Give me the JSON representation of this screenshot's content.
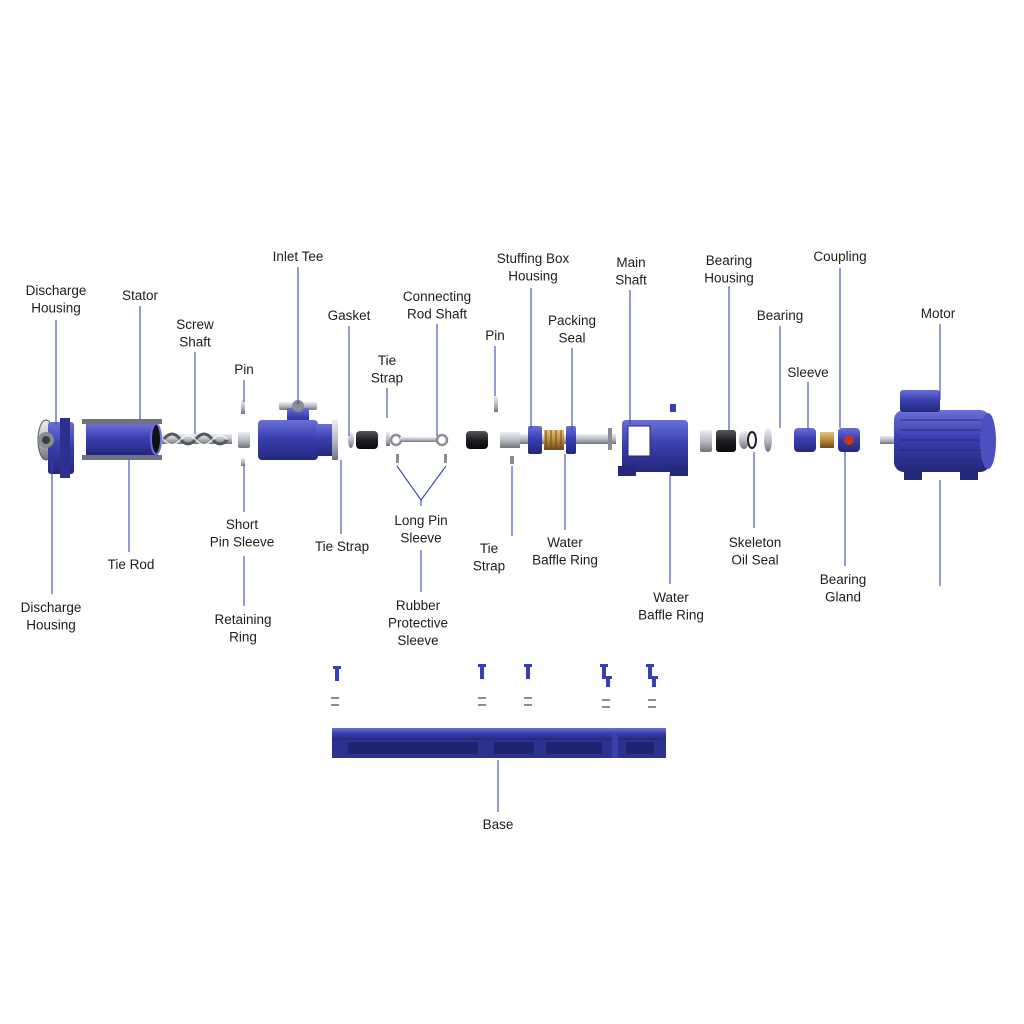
{
  "colors": {
    "part_blue": "#3a3fb0",
    "part_blue_dark": "#23287a",
    "part_blue_light": "#6a70d8",
    "steel": "#b9bcc4",
    "steel_dark": "#6f737c",
    "rubber": "#1e1e22",
    "brass": "#b98a3c",
    "leader": "#3848b6",
    "label": "#1d1d1f"
  },
  "labels": {
    "discharge_housing_top": [
      "Discharge",
      "Housing"
    ],
    "stator": [
      "Stator"
    ],
    "screw_shaft": [
      "Screw",
      "Shaft"
    ],
    "pin_left": [
      "Pin"
    ],
    "inlet_tee": [
      "Inlet Tee"
    ],
    "gasket": [
      "Gasket"
    ],
    "tie_strap_top": [
      "Tie",
      "Strap"
    ],
    "connecting_rod_shaft": [
      "Connecting",
      "Rod Shaft"
    ],
    "pin_right": [
      "Pin"
    ],
    "stuffing_box_housing": [
      "Stuffing Box",
      "Housing"
    ],
    "packing_seal": [
      "Packing",
      "Seal"
    ],
    "main_shaft": [
      "Main",
      "Shaft"
    ],
    "bearing_housing": [
      "Bearing",
      "Housing"
    ],
    "bearing": [
      "Bearing"
    ],
    "sleeve": [
      "Sleeve"
    ],
    "coupling": [
      "Coupling"
    ],
    "motor": [
      "Motor"
    ],
    "discharge_housing_bottom": [
      "Discharge",
      "Housing"
    ],
    "tie_rod": [
      "Tie Rod"
    ],
    "short_pin_sleeve": [
      "Short",
      "Pin Sleeve"
    ],
    "retaining_ring": [
      "Retaining",
      "Ring"
    ],
    "tie_strap_bottom_left": [
      "Tie Strap"
    ],
    "long_pin_sleeve": [
      "Long Pin",
      "Sleeve"
    ],
    "rubber_protective_sleeve": [
      "Rubber",
      "Protective",
      "Sleeve"
    ],
    "tie_strap_bottom_right": [
      "Tie",
      "Strap"
    ],
    "water_baffle_ring_left": [
      "Water",
      "Baffle Ring"
    ],
    "water_baffle_ring_right": [
      "Water",
      "Baffle Ring"
    ],
    "skeleton_oil_seal": [
      "Skeleton",
      "Oil Seal"
    ],
    "bearing_gland": [
      "Bearing",
      "Gland"
    ],
    "base": [
      "Base"
    ]
  }
}
